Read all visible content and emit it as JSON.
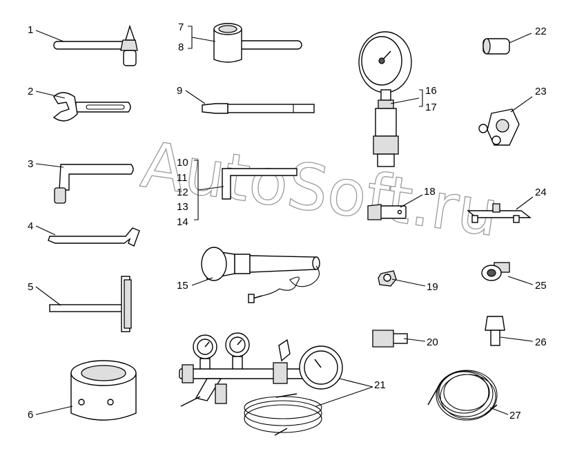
{
  "watermark": "AutoSoft.ru",
  "callouts": [
    {
      "id": "c1",
      "text": "1"
    },
    {
      "id": "c2",
      "text": "2"
    },
    {
      "id": "c3",
      "text": "3"
    },
    {
      "id": "c4",
      "text": "4"
    },
    {
      "id": "c5",
      "text": "5"
    },
    {
      "id": "c6",
      "text": "6"
    },
    {
      "id": "c7",
      "text": "7"
    },
    {
      "id": "c8",
      "text": "8"
    },
    {
      "id": "c9",
      "text": "9"
    },
    {
      "id": "c10",
      "text": "10"
    },
    {
      "id": "c11",
      "text": "11"
    },
    {
      "id": "c12",
      "text": "12"
    },
    {
      "id": "c13",
      "text": "13"
    },
    {
      "id": "c14",
      "text": "14"
    },
    {
      "id": "c15",
      "text": "15"
    },
    {
      "id": "c16",
      "text": "16"
    },
    {
      "id": "c17",
      "text": "17"
    },
    {
      "id": "c18",
      "text": "18"
    },
    {
      "id": "c19",
      "text": "19"
    },
    {
      "id": "c20",
      "text": "20"
    },
    {
      "id": "c21",
      "text": "21"
    },
    {
      "id": "c22",
      "text": "22"
    },
    {
      "id": "c23",
      "text": "23"
    },
    {
      "id": "c24",
      "text": "24"
    },
    {
      "id": "c25",
      "text": "25"
    },
    {
      "id": "c26",
      "text": "26"
    },
    {
      "id": "c27",
      "text": "27"
    }
  ]
}
